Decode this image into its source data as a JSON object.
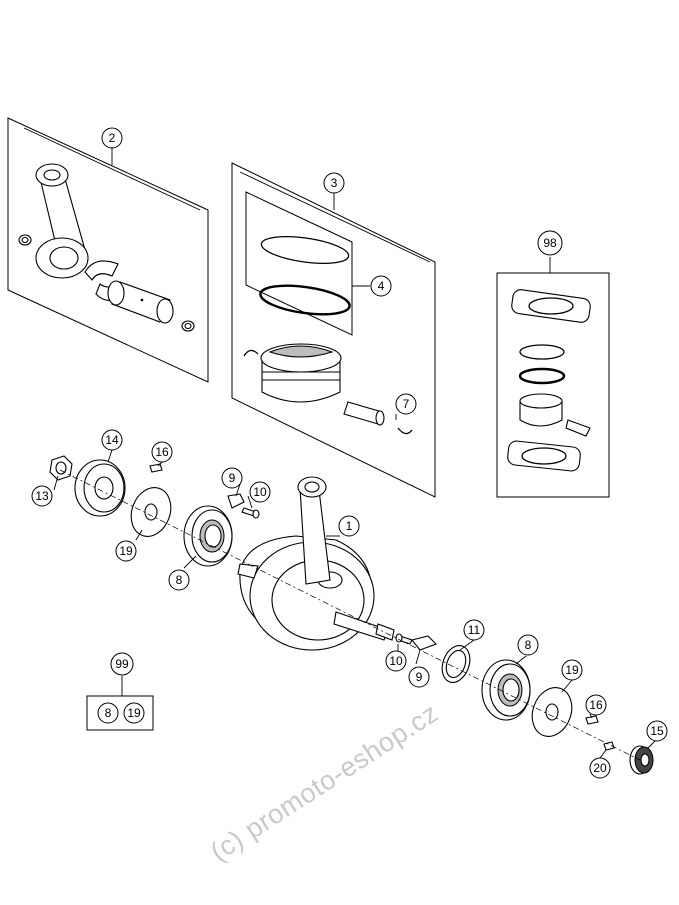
{
  "diagram": {
    "title": "",
    "callouts": [
      "1",
      "2",
      "3",
      "4",
      "7",
      "8",
      "8",
      "9",
      "9",
      "10",
      "10",
      "11",
      "13",
      "14",
      "15",
      "16",
      "16",
      "19",
      "19",
      "20",
      "98",
      "99"
    ],
    "kit_99": {
      "label": "99",
      "contains": [
        "8",
        "19"
      ]
    }
  },
  "watermark": "(c) promoto-eshop.cz"
}
